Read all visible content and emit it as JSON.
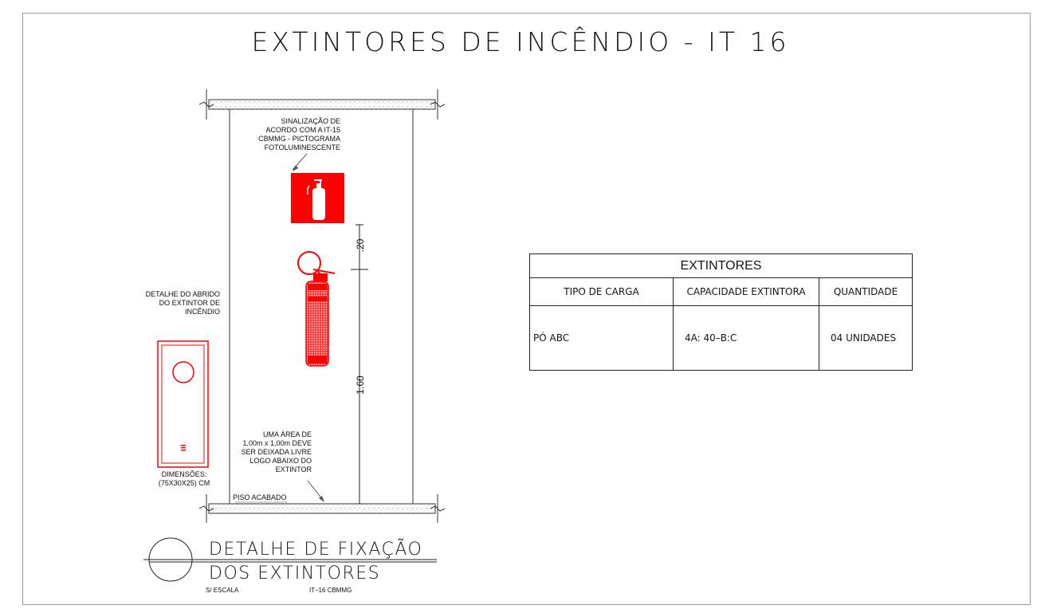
{
  "title": "EXTINTORES DE INCÊNDIO - IT 16",
  "notes": {
    "signage": "SINALIZAÇÃO DE\nACORDO COM A IT-15\nCBMMG - PICTOGRAMA\nFOTOLUMINESCENTE",
    "cabinet_detail": "DETALHE DO ABRIDO\nDO EXTINTOR DE\nINCÊNDIO",
    "dimensions": "DIMENSÕES:\n(75X30X25) CM",
    "free_area": "UMA ÁREA DE\n1,00m x 1,00m DEVE\nSER DEIXADA LIVRE\nLOGO ABAIXO DO\nEXTINTOR",
    "floor": "PISO ACABADO"
  },
  "dimensions": {
    "top": ".20",
    "bottom": "1.60"
  },
  "detail_title": {
    "line1": "DETALHE DE FIXAÇÃO",
    "line2": "DOS EXTINTORES",
    "scale": "S/ ESCALA",
    "ref": "IT–16 CBMMG"
  },
  "table": {
    "title": "EXTINTORES",
    "headers": [
      "TIPO DE CARGA",
      "CAPACIDADE EXTINTORA",
      "QUANTIDADE"
    ],
    "row": [
      "PÓ ABC",
      "4A: 40–B:C",
      "04 UNIDADES"
    ]
  },
  "colors": {
    "red": "#ff0000",
    "line": "#222222"
  }
}
